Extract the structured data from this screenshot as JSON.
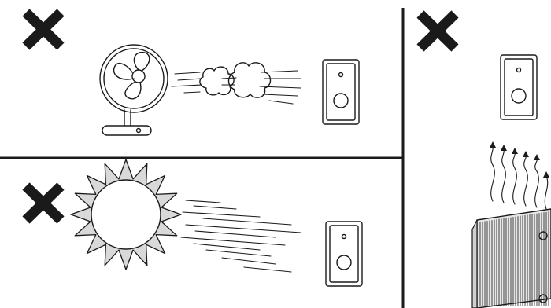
{
  "diagram": {
    "panels": [
      {
        "id": "fan-panel",
        "forbidden_item": "fan-icon",
        "status": "not-allowed"
      },
      {
        "id": "sun-panel",
        "forbidden_item": "sun-icon",
        "status": "not-allowed"
      },
      {
        "id": "radiator-panel",
        "forbidden_item": "radiator-icon",
        "status": "not-allowed"
      }
    ],
    "colors": {
      "line": "#1a1a1a",
      "background": "#ffffff",
      "sun_fill": "#d9d9d9",
      "radiator_fill": "#e6e6e6"
    }
  }
}
